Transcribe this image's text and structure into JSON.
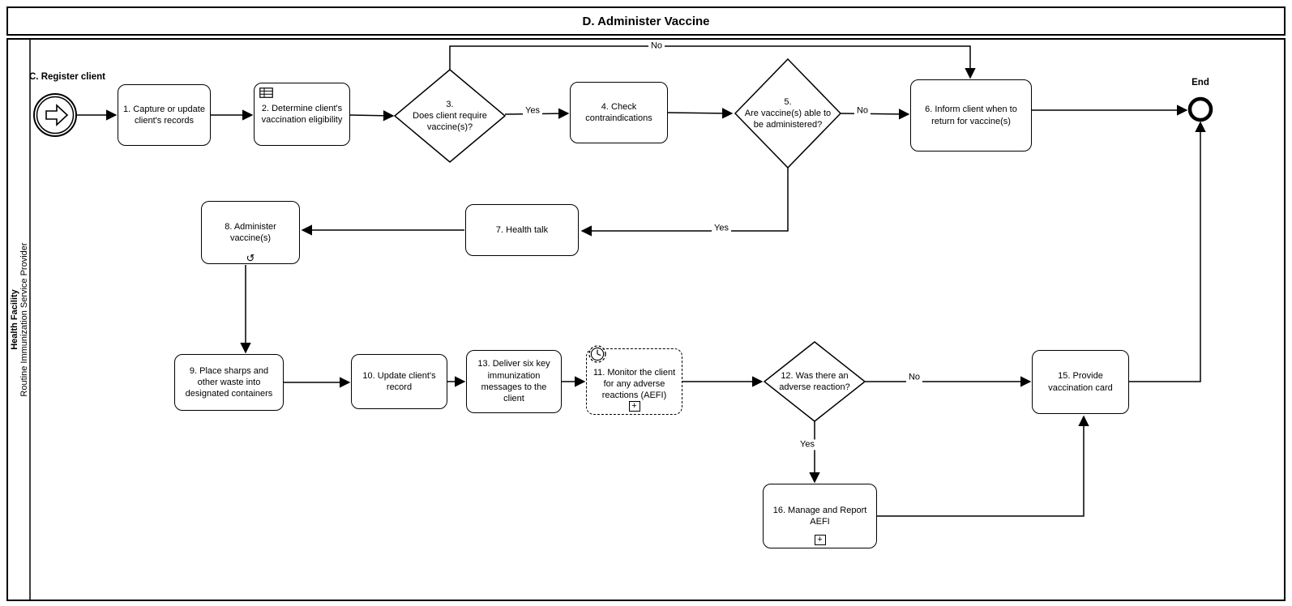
{
  "title": "D. Administer Vaccine",
  "pool": {
    "name": "Health Facility",
    "lane": "Routine Immunization Service Provider"
  },
  "events": {
    "start": {
      "label": "C. Register client"
    },
    "end": {
      "label": "End"
    }
  },
  "tasks": {
    "t1": {
      "label": "1. Capture or update client's records"
    },
    "t2": {
      "label": "2. Determine client's vaccination eligibility",
      "icon": "table-icon"
    },
    "t4": {
      "label": "4. Check contraindications"
    },
    "t6": {
      "label": "6. Inform client when to return for vaccine(s)"
    },
    "t7": {
      "label": "7. Health talk"
    },
    "t8": {
      "label": "8. Administer vaccine(s)",
      "icon": "loop-icon"
    },
    "t9": {
      "label": "9. Place sharps and other waste into designated containers"
    },
    "t10": {
      "label": "10. Update client's record"
    },
    "t13": {
      "label": "13. Deliver six key immunization messages to the client"
    },
    "t11": {
      "label": "11. Monitor the client for any adverse reactions (AEFI)",
      "icon": "timer-icon",
      "marker": "plus-icon",
      "border": "dashed"
    },
    "t15": {
      "label": "15. Provide vaccination card"
    },
    "t16": {
      "label": "16.  Manage and Report AEFI",
      "marker": "plus-icon"
    }
  },
  "gateways": {
    "g3": {
      "label": "3.\nDoes client require vaccine(s)?"
    },
    "g5": {
      "label": "5.\nAre vaccine(s) able to be administered?"
    },
    "g12": {
      "label": "12. Was there an adverse reaction?"
    }
  },
  "edge_labels": {
    "g3_no": "No",
    "g3_yes": "Yes",
    "g5_no": "No",
    "g5_yes": "Yes",
    "g12_no": "No",
    "g12_yes": "Yes"
  },
  "glyphs": {
    "loop": "↺",
    "plus": "+"
  },
  "colors": {
    "stroke": "#000000",
    "background": "#ffffff"
  }
}
